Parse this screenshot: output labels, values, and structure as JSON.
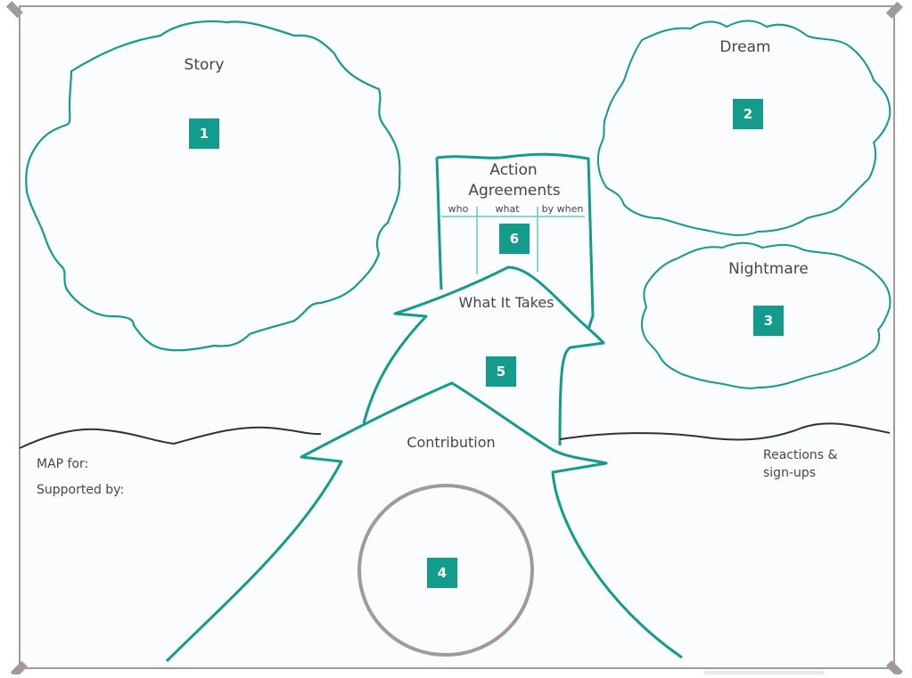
{
  "colors": {
    "accent": "#139c8c",
    "frame": "#a29a98",
    "text": "#4a4447",
    "horizon": "#333033",
    "circle": "#a29a98",
    "background": "#fbfcfd"
  },
  "sections": {
    "story": {
      "title": "Story",
      "number": "1"
    },
    "dream": {
      "title": "Dream",
      "number": "2"
    },
    "nightmare": {
      "title": "Nightmare",
      "number": "3"
    },
    "gifts": {
      "number": "4"
    },
    "what_it_takes": {
      "title": "What It Takes",
      "number": "5"
    },
    "action_agreements": {
      "title_line1": "Action",
      "title_line2": "Agreements",
      "columns": [
        "who",
        "what",
        "by when"
      ],
      "number": "6"
    },
    "contribution": {
      "title": "Contribution"
    }
  },
  "footer_left": {
    "map_for": "MAP for:",
    "supported_by": "Supported by:"
  },
  "footer_right": {
    "line1": "Reactions &",
    "line2": "sign-ups"
  }
}
